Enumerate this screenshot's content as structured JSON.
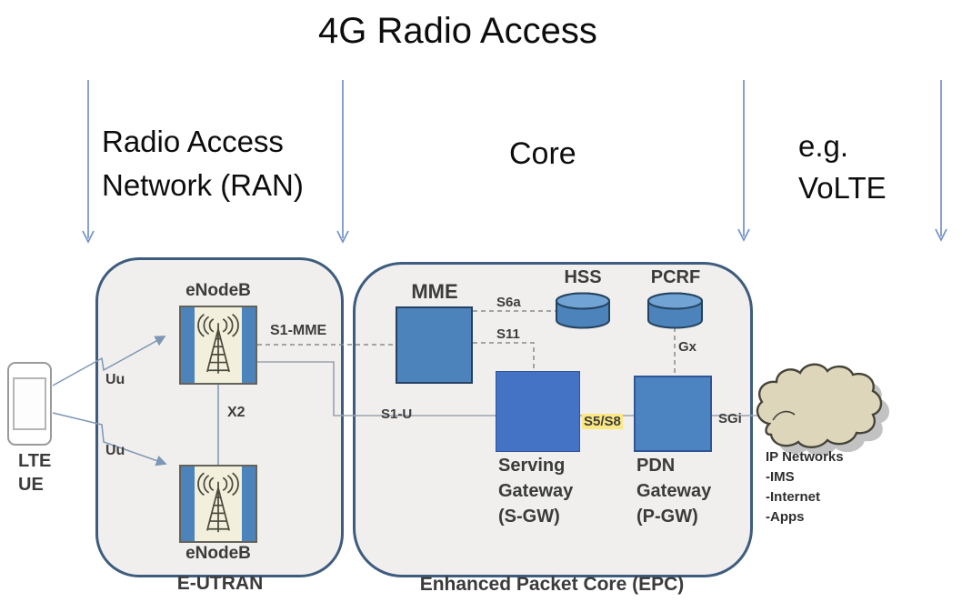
{
  "title": "4G Radio Access",
  "sections": {
    "ran": "Radio Access\nNetwork (RAN)",
    "core": "Core",
    "volte": "e.g.\nVoLTE"
  },
  "ue": {
    "label": "LTE\nUE"
  },
  "eutran": {
    "label": "E-UTRAN",
    "enodeb_top": "eNodeB",
    "enodeb_bottom": "eNodeB"
  },
  "epc": {
    "label": "Enhanced Packet Core (EPC)",
    "mme": "MME",
    "hss": "HSS",
    "pcrf": "PCRF",
    "sgw": "Serving\nGateway\n(S-GW)",
    "pgw": "PDN\nGateway\n(P-GW)"
  },
  "interfaces": {
    "uu1": "Uu",
    "uu2": "Uu",
    "x2": "X2",
    "s1mme": "S1-MME",
    "s1u": "S1-U",
    "s6a": "S6a",
    "s11": "S11",
    "gx": "Gx",
    "s5s8": "S5/S8",
    "sgi": "SGi"
  },
  "cloud": {
    "label": "IP Networks\n-IMS\n-Internet\n-Apps"
  },
  "colors": {
    "container_border": "#3e5c7e",
    "container_fill": "#f0efed",
    "node_blue": "#4d83bb",
    "node_border": "#24425f",
    "sgw_blue": "#4472c4",
    "pgw_blue": "#4c84c2",
    "cyl_top": "#71a3d4",
    "enodeb_cream": "#f2efdc",
    "arrow_blue": "#7291c4",
    "ue_link": "#7d97b5",
    "link_gray": "#9aa3ad",
    "dash_gray": "#8a8a8a",
    "cloud_fill": "#ddd6ba",
    "cloud_border": "#45443a",
    "highlight_yellow": "#fce882"
  }
}
